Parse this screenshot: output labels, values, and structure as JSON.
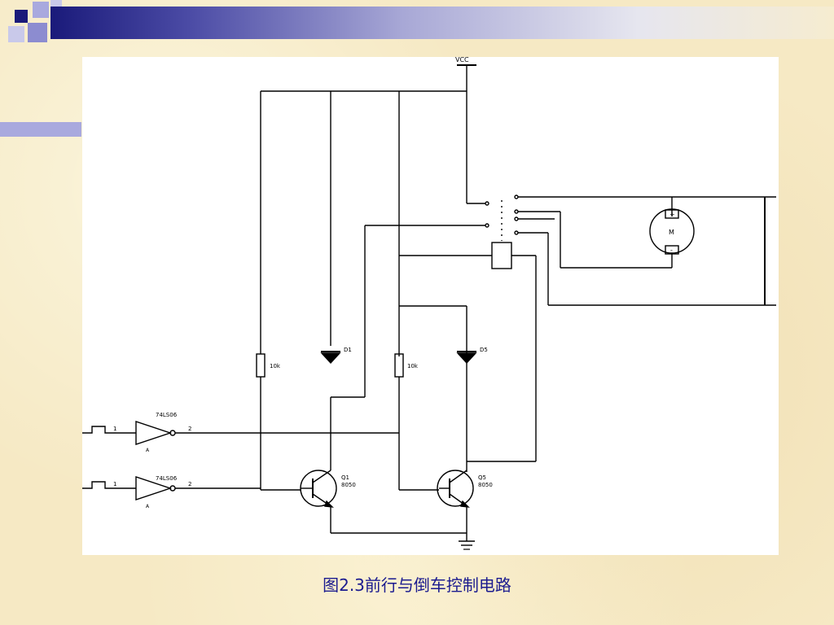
{
  "slide": {
    "caption": "图2.3前行与倒车控制电路"
  },
  "diagram": {
    "labels": {
      "vcc": "VCC",
      "gate_top": "74LS06",
      "gate_bottom": "74LS06",
      "gate_top_pin_in": "1",
      "gate_top_pin_out": "2",
      "gate_bottom_pin_in": "1",
      "gate_bottom_pin_out": "2",
      "gate_top_sub": "A",
      "gate_bottom_sub": "A",
      "r1": "10k",
      "r2": "10k",
      "d1": "D1",
      "d2": "D5",
      "q1": "Q1",
      "q1_model": "8050",
      "q2": "Q5",
      "q2_model": "8050",
      "motor": "M",
      "motor_plus": "+",
      "motor_minus": "-"
    },
    "colors": {
      "wire": "#000000",
      "caption": "#1b1b8f",
      "panel": "#ffffff"
    }
  }
}
